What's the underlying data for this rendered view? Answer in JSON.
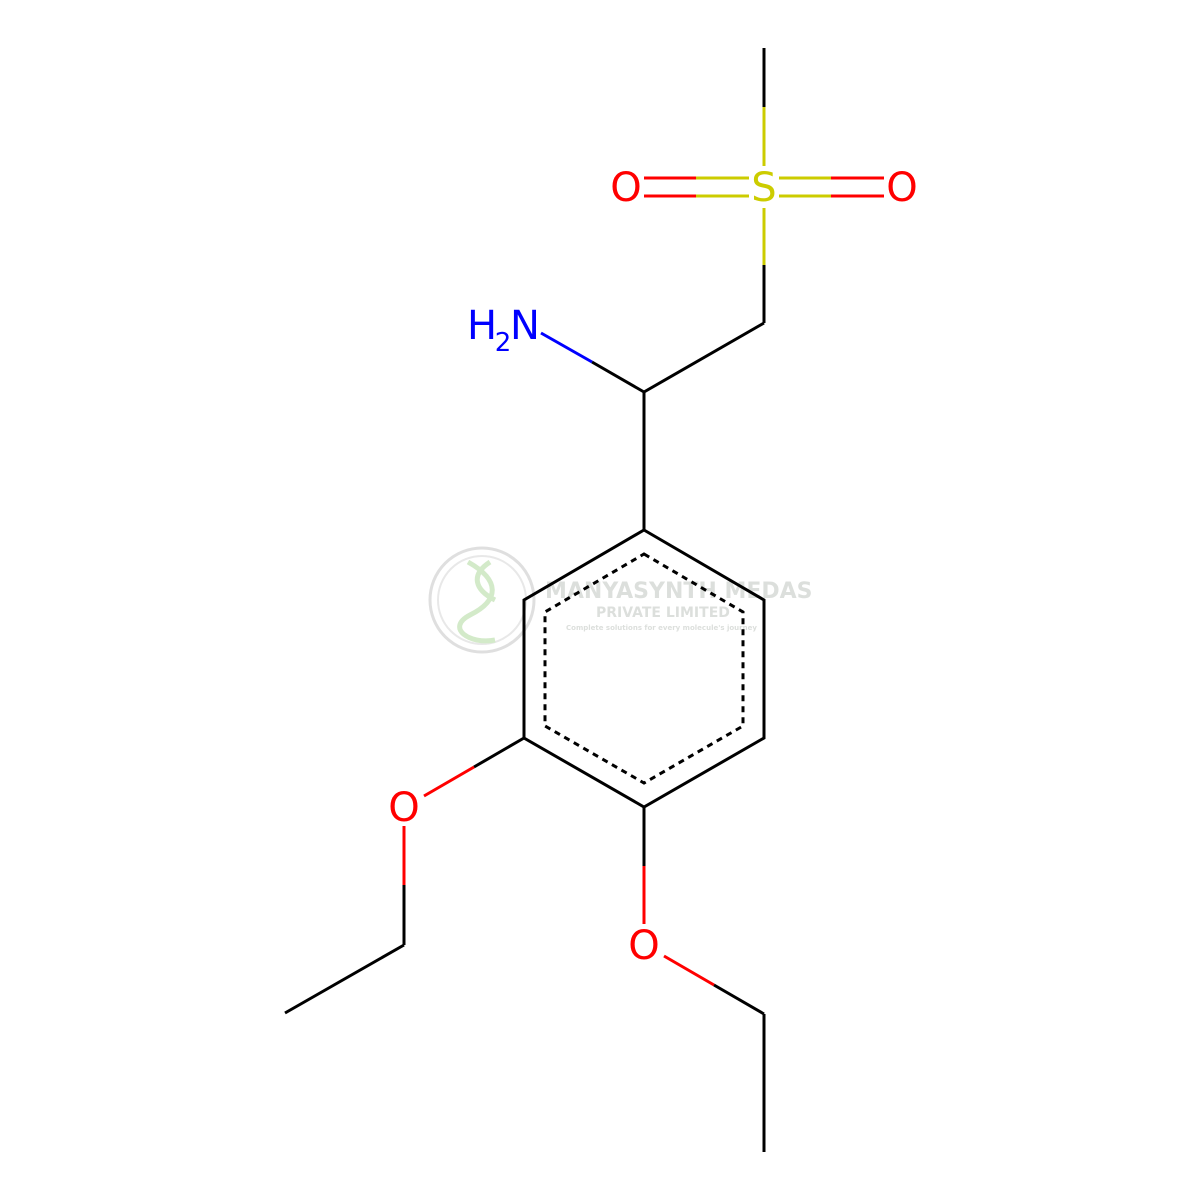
{
  "molecule": {
    "atoms": [
      {
        "id": "c_methyl",
        "element": "C"
      },
      {
        "id": "s",
        "element": "S",
        "label": "S"
      },
      {
        "id": "o_left",
        "element": "O",
        "label": "O"
      },
      {
        "id": "o_right",
        "element": "O",
        "label": "O"
      },
      {
        "id": "c_ch2",
        "element": "C"
      },
      {
        "id": "c_alpha",
        "element": "C"
      },
      {
        "id": "n",
        "element": "N",
        "label_h": "H",
        "label_sub": "2",
        "label_n": "N"
      },
      {
        "id": "ring_c1",
        "element": "C"
      },
      {
        "id": "ring_c2",
        "element": "C"
      },
      {
        "id": "ring_c3",
        "element": "C"
      },
      {
        "id": "ring_c4",
        "element": "C"
      },
      {
        "id": "ring_c5",
        "element": "C"
      },
      {
        "id": "ring_c6",
        "element": "C"
      },
      {
        "id": "o_ether1",
        "element": "O",
        "label": "O"
      },
      {
        "id": "o_ether2",
        "element": "O",
        "label": "O"
      },
      {
        "id": "c_et1a",
        "element": "C"
      },
      {
        "id": "c_et1b",
        "element": "C"
      },
      {
        "id": "c_et2a",
        "element": "C"
      },
      {
        "id": "c_et2b",
        "element": "C"
      }
    ],
    "bonds": [
      {
        "from": "c_methyl",
        "to": "s",
        "order": 1
      },
      {
        "from": "s",
        "to": "o_left",
        "order": 2
      },
      {
        "from": "s",
        "to": "o_right",
        "order": 2
      },
      {
        "from": "s",
        "to": "c_ch2",
        "order": 1
      },
      {
        "from": "c_ch2",
        "to": "c_alpha",
        "order": 1
      },
      {
        "from": "c_alpha",
        "to": "n",
        "order": 1
      },
      {
        "from": "c_alpha",
        "to": "ring_c1",
        "order": 1
      },
      {
        "from": "ring_c1",
        "to": "ring_c2",
        "order": "aromatic"
      },
      {
        "from": "ring_c2",
        "to": "ring_c3",
        "order": "aromatic"
      },
      {
        "from": "ring_c3",
        "to": "ring_c4",
        "order": "aromatic"
      },
      {
        "from": "ring_c4",
        "to": "ring_c5",
        "order": "aromatic"
      },
      {
        "from": "ring_c5",
        "to": "ring_c6",
        "order": "aromatic"
      },
      {
        "from": "ring_c6",
        "to": "ring_c1",
        "order": "aromatic"
      },
      {
        "from": "ring_c3",
        "to": "o_ether1",
        "order": 1
      },
      {
        "from": "o_ether1",
        "to": "c_et1a",
        "order": 1
      },
      {
        "from": "c_et1a",
        "to": "c_et1b",
        "order": 1
      },
      {
        "from": "ring_c4",
        "to": "o_ether2",
        "order": 1
      },
      {
        "from": "o_ether2",
        "to": "c_et2a",
        "order": 1
      },
      {
        "from": "c_et2a",
        "to": "c_et2b",
        "order": 1
      }
    ],
    "colors": {
      "carbon": "#000000",
      "sulfur": "#CCCC00",
      "oxygen": "#FF0000",
      "nitrogen": "#0000FF"
    }
  },
  "watermark": {
    "company": "MANYASYNTH",
    "company_suffix": "MEDAS",
    "subtitle": "PRIVATE LIMITED",
    "tagline": "Complete solutions for every molecule's journey",
    "color": "#d9dcd9",
    "accent_color": "#cfe8c4"
  }
}
